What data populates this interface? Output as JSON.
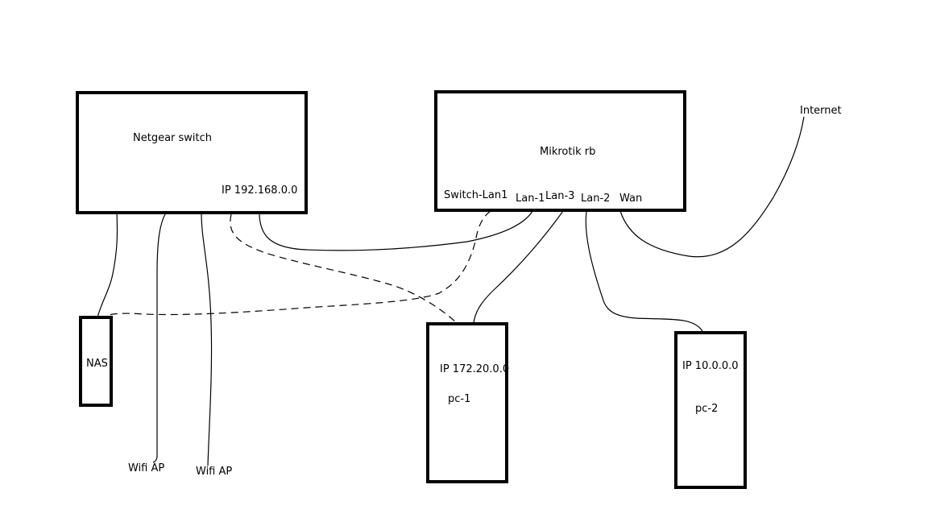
{
  "netgear": {
    "title": "Netgear switch",
    "ip": "IP 192.168.0.0"
  },
  "mikrotik": {
    "title": "Mikrotik rb",
    "ports": {
      "switch_lan1": "Switch-Lan1",
      "lan1": "Lan-1",
      "lan3": "Lan-3",
      "lan2": "Lan-2",
      "wan": "Wan"
    }
  },
  "internet": {
    "label": "Internet"
  },
  "nas": {
    "label": "NAS"
  },
  "pc1": {
    "ip": "IP 172.20.0.0",
    "name": "pc-1"
  },
  "pc2": {
    "ip": "IP 10.0.0.0",
    "name": "pc-2"
  },
  "wifi": {
    "ap1": "Wifi AP",
    "ap2": "Wifi AP"
  }
}
